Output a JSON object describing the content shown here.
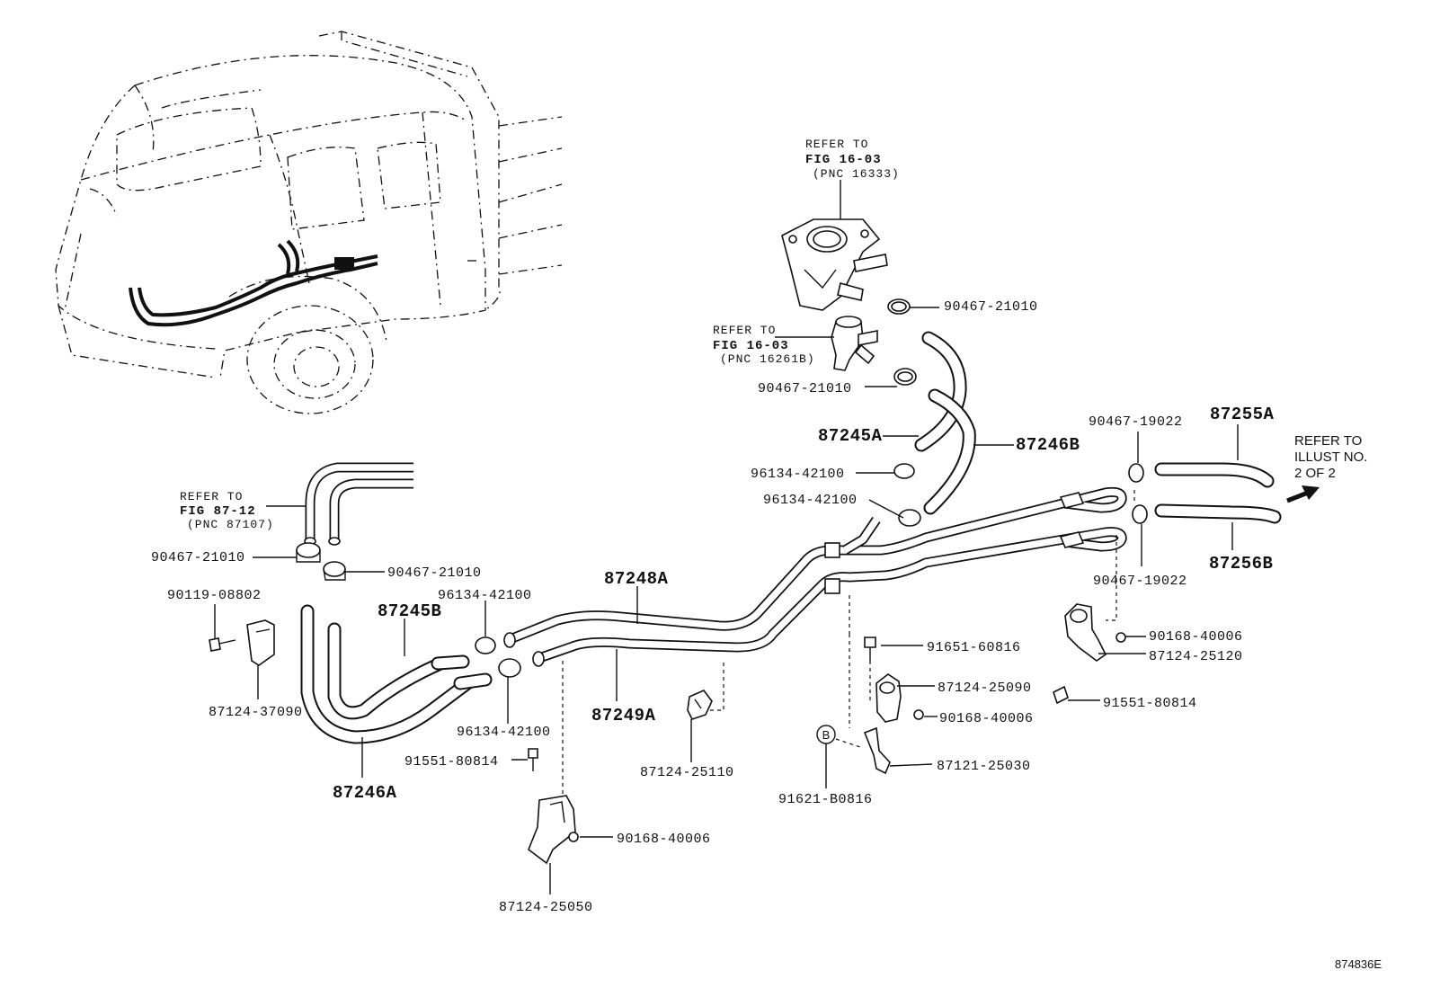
{
  "refs": {
    "thermostat": [
      "REFER TO",
      "FIG 16-03",
      "(PNC 16333)"
    ],
    "union": [
      "REFER TO",
      "FIG 16-03",
      "(PNC 16261B)"
    ],
    "heater": [
      "REFER TO",
      "FIG 87-12",
      "(PNC 87107)"
    ],
    "illust": [
      "REFER TO",
      "ILLUST NO.",
      "2 OF 2"
    ]
  },
  "parts": {
    "p87245A": "87245A",
    "p87246B": "87246B",
    "p87255A": "87255A",
    "p87256B": "87256B",
    "p87248A": "87248A",
    "p87249A": "87249A",
    "p87245B": "87245B",
    "p87246A": "87246A",
    "clamp_90467_21010": "90467-21010",
    "clamp_90467_19022": "90467-19022",
    "clamp_96134_42100": "96134-42100",
    "bolt_90119_08802": "90119-08802",
    "clamp_87124_37090": "87124-37090",
    "bolt_91551_80814": "91551-80814",
    "screw_90168_40006": "90168-40006",
    "clamp_87124_25050": "87124-25050",
    "clamp_87124_25110": "87124-25110",
    "bolt_91651_60816": "91651-60816",
    "clamp_87124_25090": "87124-25090",
    "bracket_87121_25030": "87121-25030",
    "bolt_91621_B0816": "91621-B0816",
    "clamp_87124_25120": "87124-25120"
  },
  "callout_B": "B",
  "figure_code": "874836E"
}
